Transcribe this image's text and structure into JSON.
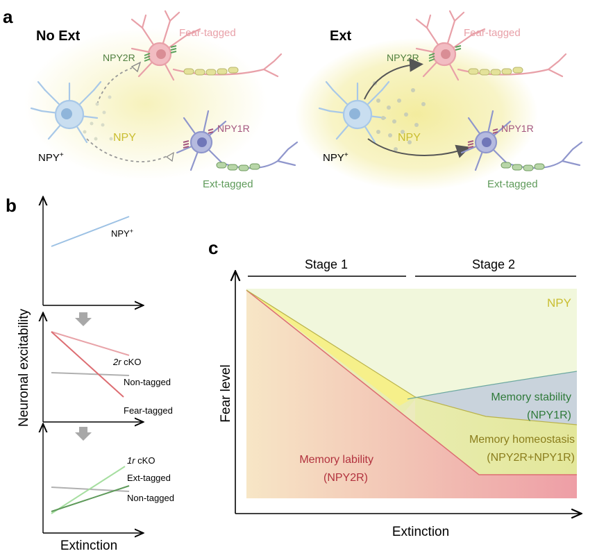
{
  "panels": {
    "a": {
      "label": "a",
      "left": {
        "title": "No Ext",
        "fear_tagged": "Fear-tagged",
        "npy2r": "NPY2R",
        "npy": "NPY",
        "npy_plus": "NPY",
        "npy1r": "NPY1R",
        "ext_tagged": "Ext-tagged"
      },
      "right": {
        "title": "Ext",
        "fear_tagged": "Fear-tagged",
        "npy2r": "NPY2R",
        "npy": "NPY",
        "npy_plus": "NPY",
        "npy1r": "NPY1R",
        "ext_tagged": "Ext-tagged"
      },
      "plus": "+"
    },
    "b": {
      "label": "b",
      "ylabel": "Neuronal excitability",
      "xlabel": "Extinction",
      "top": {
        "npy_plus": "NPY",
        "plus": "+"
      },
      "middle": {
        "cko": "2r",
        "cko_suffix": " cKO",
        "non_tagged": "Non-tagged",
        "fear_tagged": "Fear-tagged"
      },
      "bottom": {
        "cko": "1r",
        "cko_suffix": " cKO",
        "ext_tagged": "Ext-tagged",
        "non_tagged": "Non-tagged"
      }
    },
    "c": {
      "label": "c",
      "stage1": "Stage 1",
      "stage2": "Stage 2",
      "ylabel": "Fear level",
      "xlabel": "Extinction",
      "npy": "NPY",
      "stability": "Memory stability",
      "stability_sub": "(NPY1R)",
      "homeostasis": "Memory homeostasis",
      "homeostasis_sub": "(NPY2R+NPY1R)",
      "lability": "Memory lability",
      "lability_sub": "(NPY2R)"
    }
  },
  "colors": {
    "fear_neuron": "#e8a0a8",
    "ext_neuron": "#8f96cc",
    "npy_neuron": "#a8c8e8",
    "npy_glow": "#f6f1b8",
    "green": "#4f7f3f",
    "npy1r_label": "#a3557e",
    "npy_label": "#c9bd2f",
    "blue_line": "#9cc1e4",
    "red_line": "#dd6d72",
    "pink_line": "#e8a3a8",
    "gray_line": "#b0b0b0",
    "green_line": "#5e9a5a",
    "light_green_line": "#a6dea0",
    "lability_label": "#b2323e",
    "stability_label": "#2f7a3a",
    "homeostasis_label": "#8a7d1c"
  }
}
